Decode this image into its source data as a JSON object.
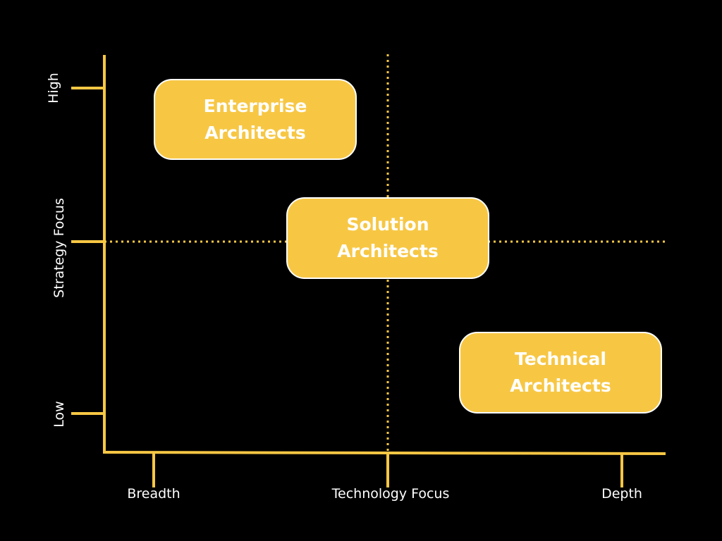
{
  "colors": {
    "background": "#000000",
    "accent": "#F7C744",
    "text": "#ffffff"
  },
  "y_axis": {
    "title": "Strategy Focus",
    "high": "High",
    "low": "Low"
  },
  "x_axis": {
    "title": "Technology Focus",
    "left": "Breadth",
    "right": "Depth"
  },
  "boxes": {
    "enterprise": {
      "line1": "Enterprise",
      "line2": "Architects"
    },
    "solution": {
      "line1": "Solution",
      "line2": "Architects"
    },
    "technical": {
      "line1": "Technical",
      "line2": "Architects"
    }
  }
}
